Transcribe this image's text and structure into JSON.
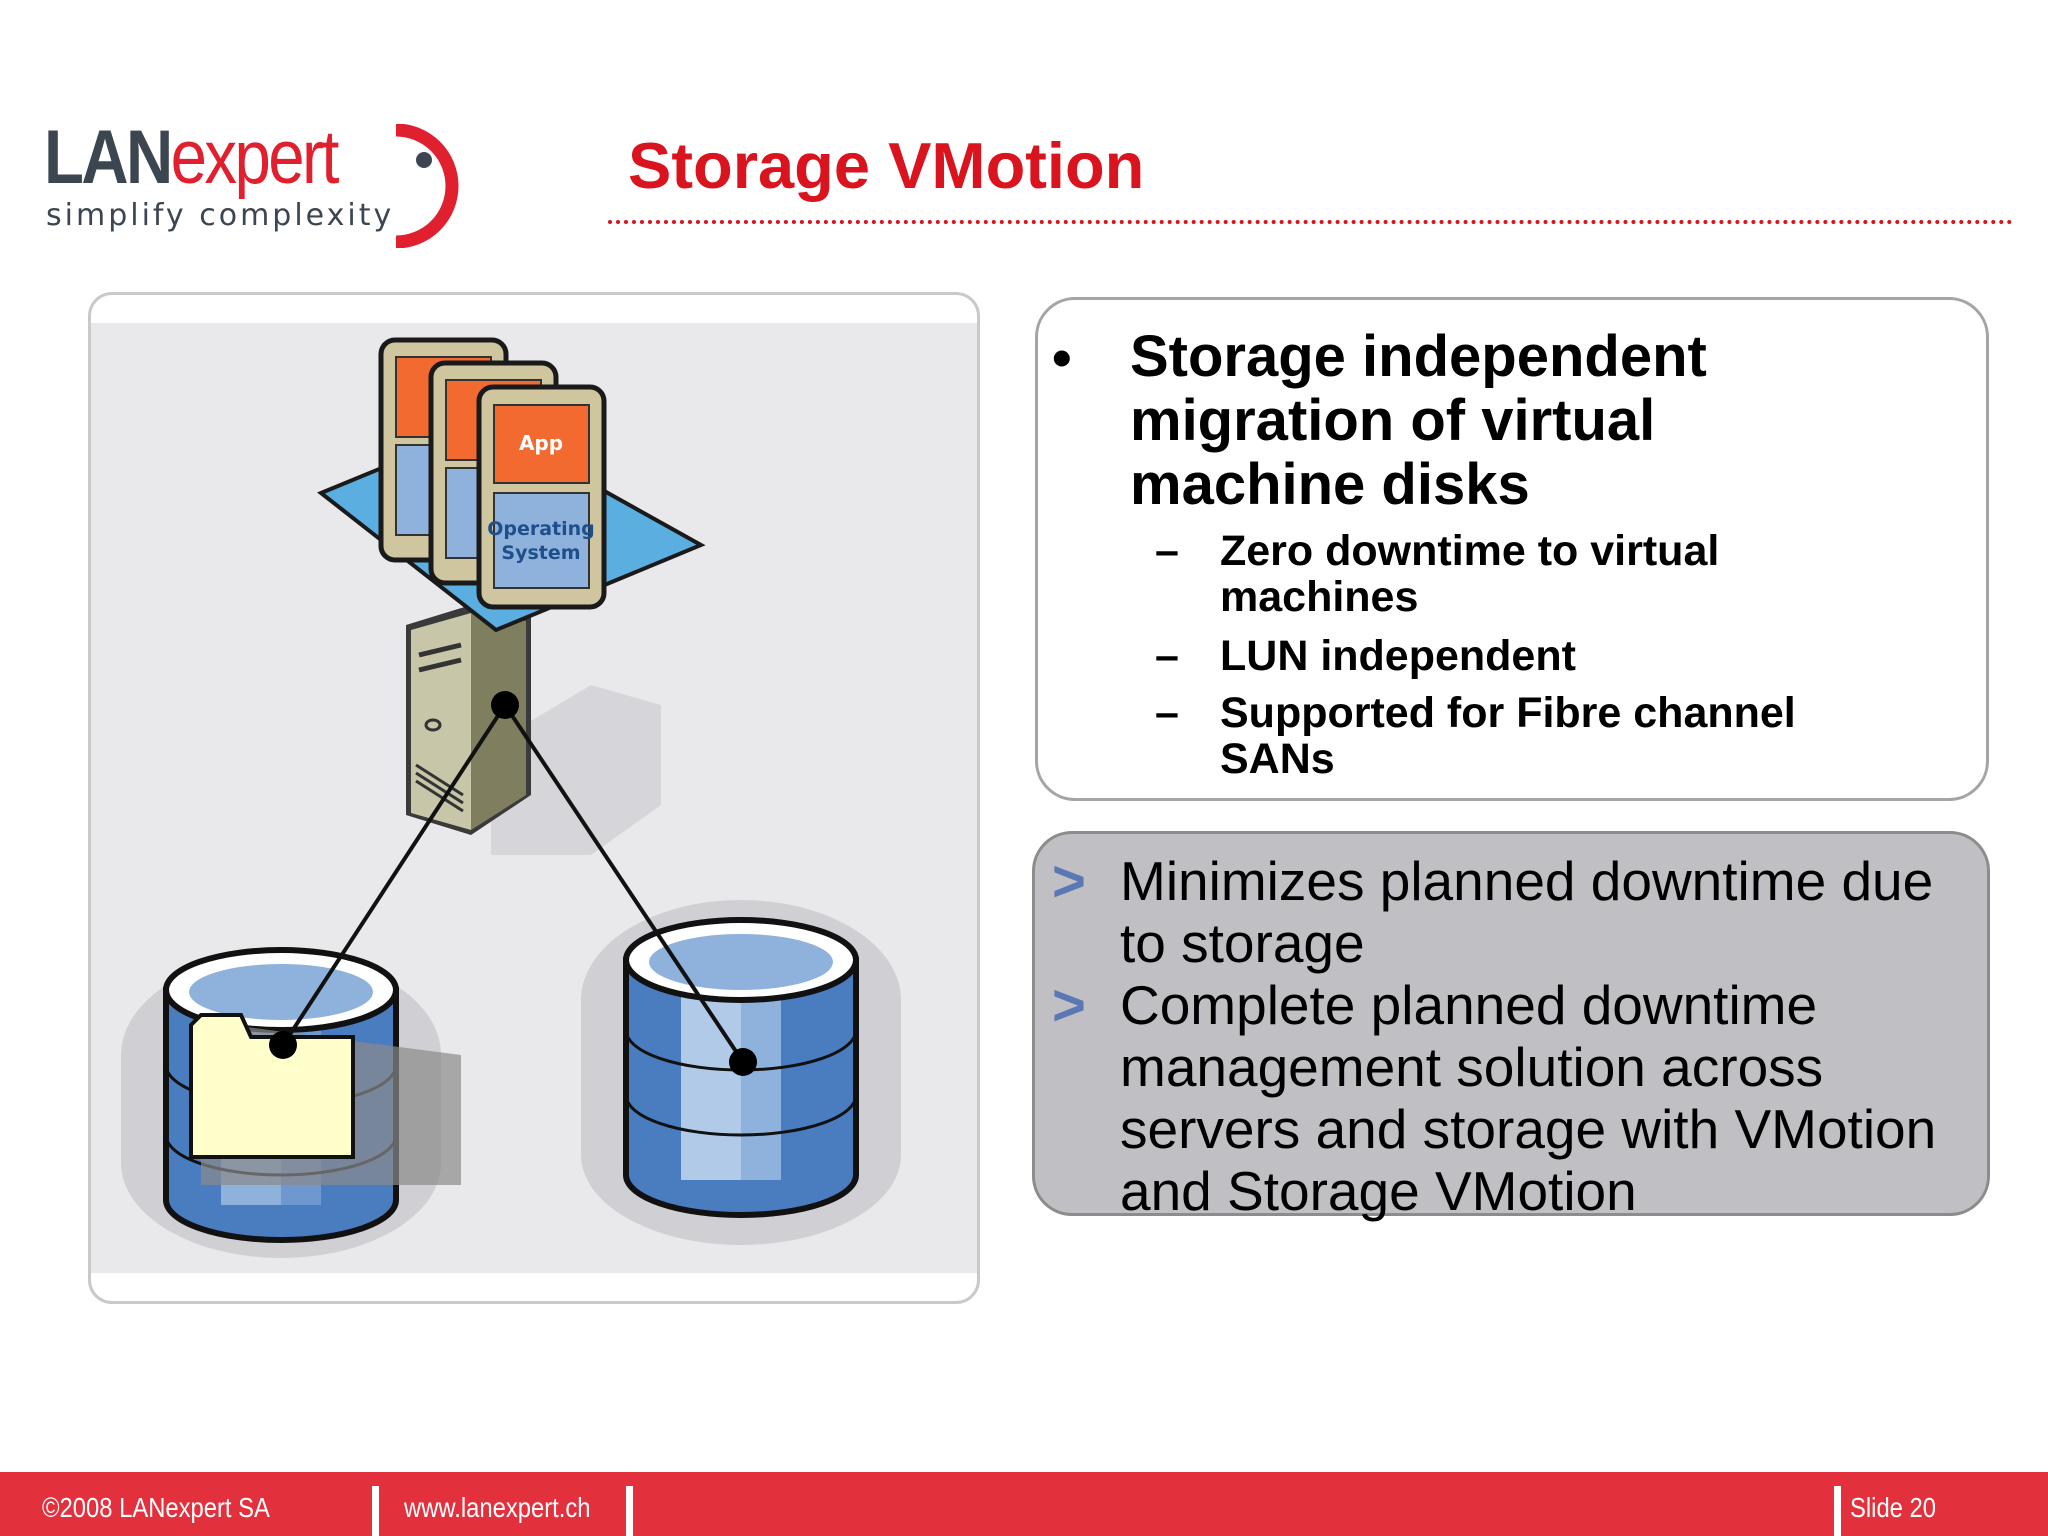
{
  "logo": {
    "brand_bold": "LAN",
    "brand_light": "expert",
    "tagline": "simplify complexity"
  },
  "slide": {
    "title": "Storage VMotion"
  },
  "diagram": {
    "app_label": "App",
    "os_label_line1": "Operating",
    "os_label_line2": "System",
    "colors": {
      "app": "#f26a30",
      "os": "#8fb2dc",
      "platform": "#5aaee0",
      "disk": "#4a7cc0",
      "folder": "#ffffcc"
    }
  },
  "bullets": {
    "main_marker": "•",
    "main": [
      "Storage independent",
      "migration of virtual",
      "machine disks"
    ],
    "sub_marker": "–",
    "subs": [
      [
        "Zero downtime to virtual",
        "machines"
      ],
      [
        "LUN independent"
      ],
      [
        "Supported for Fibre channel",
        "SANs"
      ]
    ]
  },
  "benefits": {
    "marker": ">",
    "items": [
      [
        "Minimizes planned downtime due",
        "to  storage"
      ],
      [
        "Complete planned downtime",
        "management solution across",
        "servers and storage with VMotion",
        "and Storage VMotion"
      ]
    ]
  },
  "footer": {
    "copyright": "©2008 LANexpert SA",
    "url": "www.lanexpert.ch",
    "slide_label": "Slide 20"
  }
}
